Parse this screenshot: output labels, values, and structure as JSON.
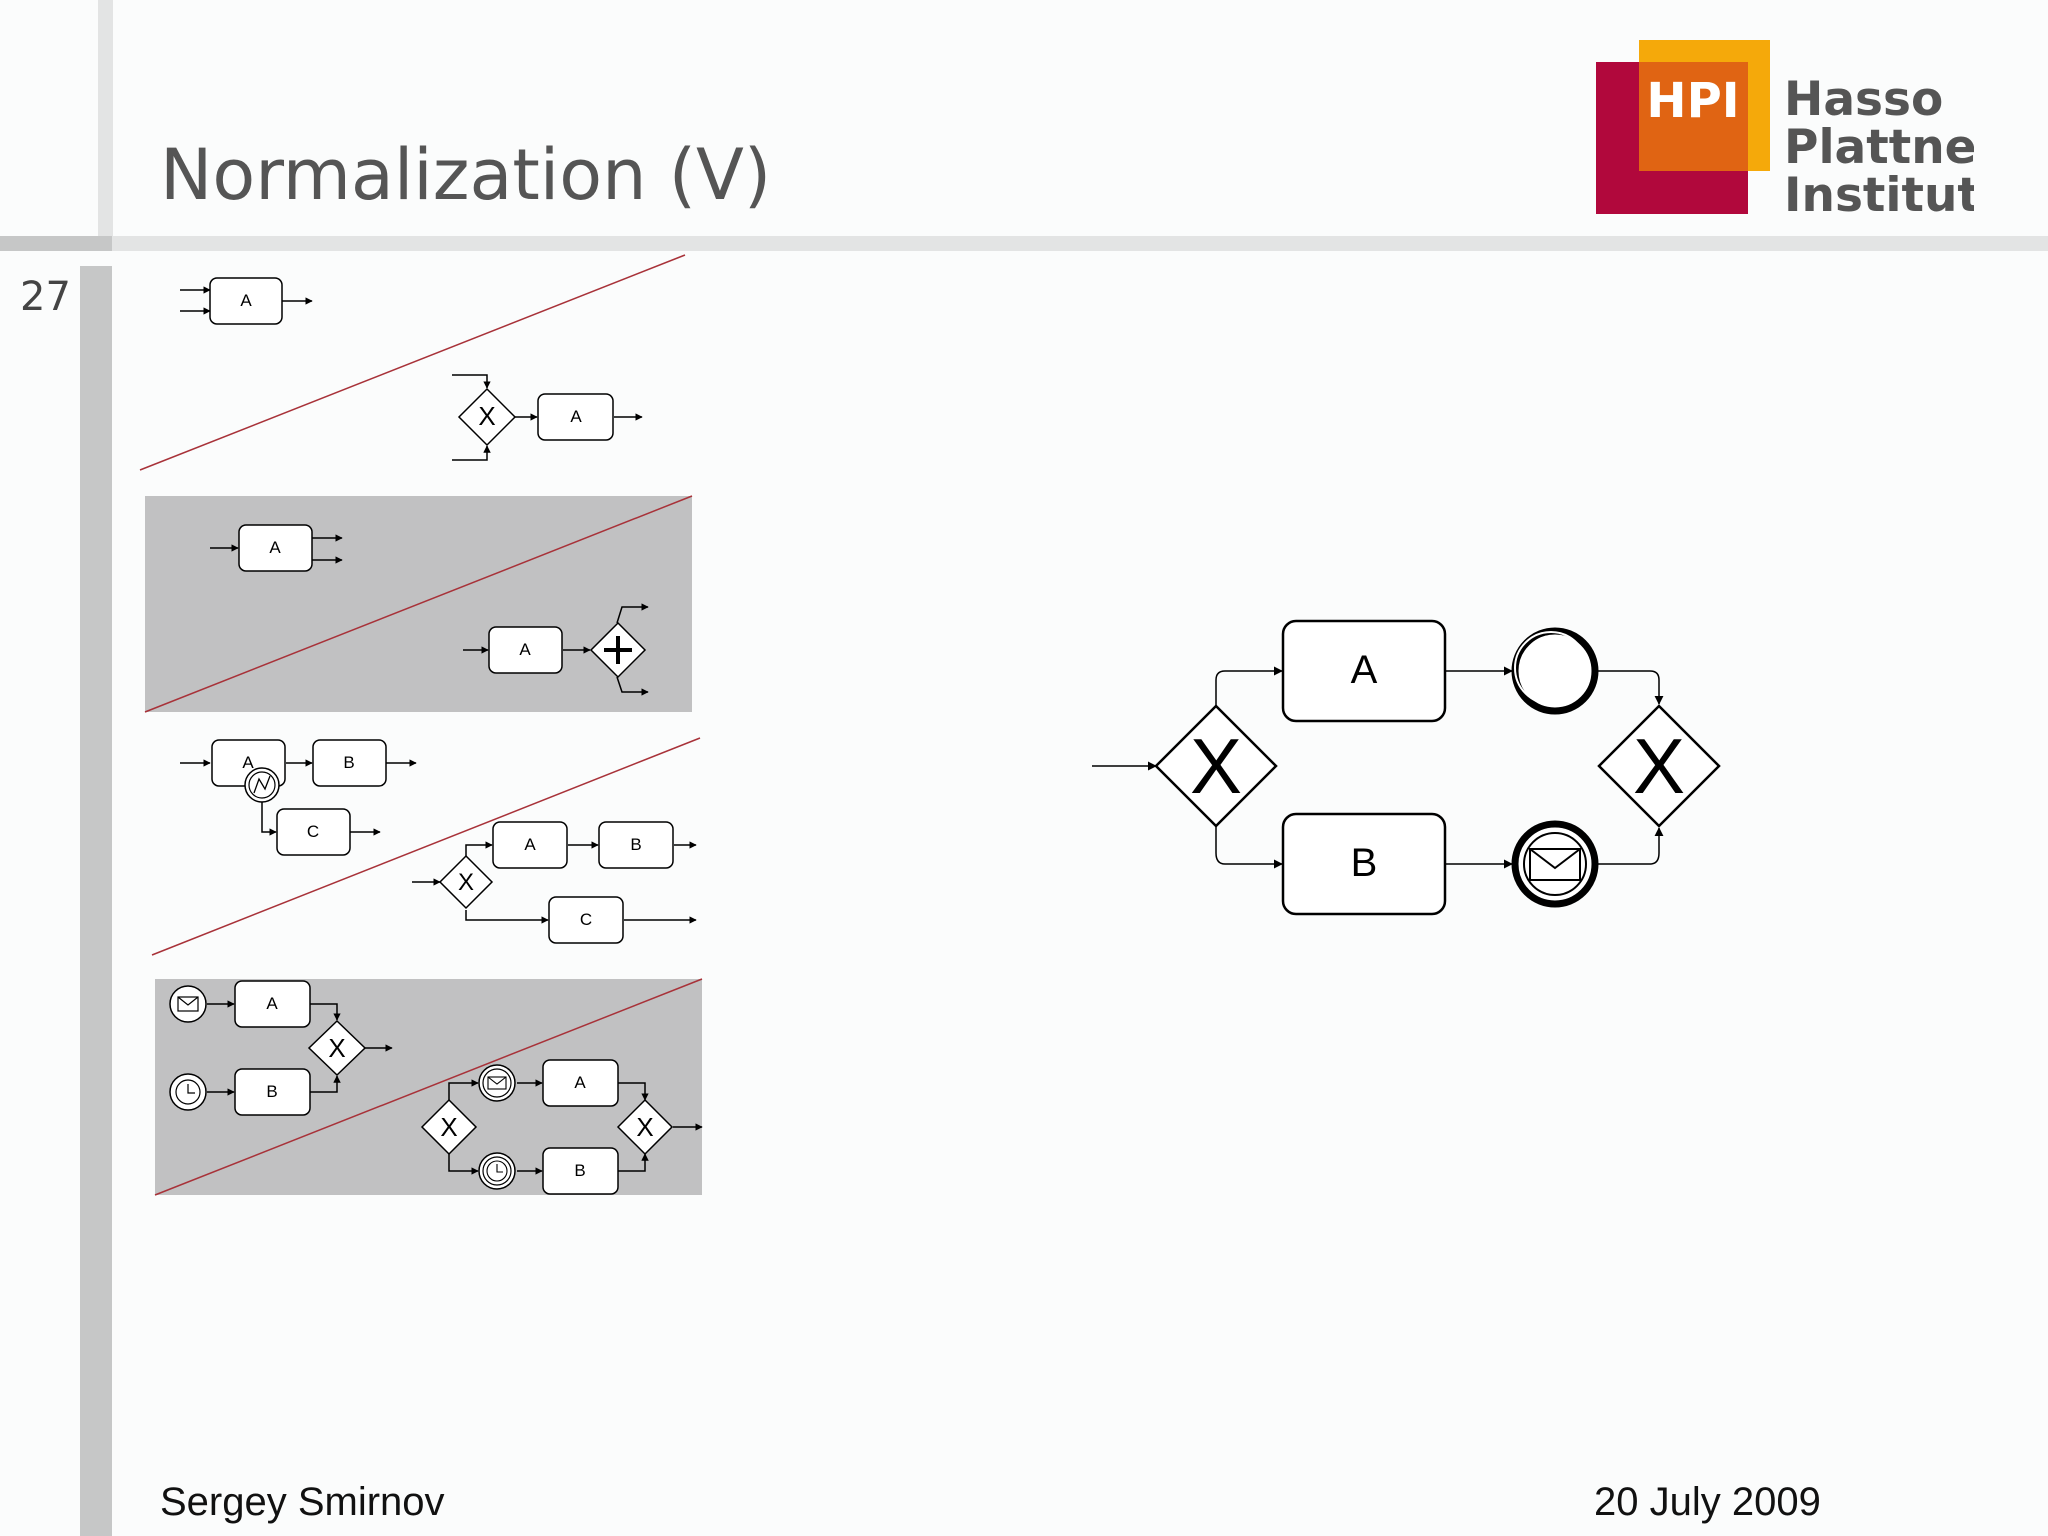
{
  "slide": {
    "number": "27",
    "title": "Normalization (V)",
    "author": "Sergey Smirnov",
    "date": "20 July 2009"
  },
  "logo": {
    "abbr": "HPI",
    "name_lines": [
      "Hasso",
      "Plattner",
      "Institut"
    ],
    "colors": {
      "crimson": "#b1083c",
      "orange": "#e06413",
      "yellow": "#f5a90a"
    }
  },
  "diagram_labels": {
    "a": "A",
    "b": "B",
    "c": "C"
  },
  "colors": {
    "panel_gray": "#c1c1c2",
    "divider_red": "#a83239",
    "rule_light": "#e3e4e4",
    "rule_dark": "#c6c7c7"
  },
  "icons": [
    "xor-gateway-icon",
    "and-gateway-icon",
    "message-event-icon",
    "timer-event-icon",
    "error-event-icon",
    "end-event-icon",
    "message-end-event-icon"
  ]
}
